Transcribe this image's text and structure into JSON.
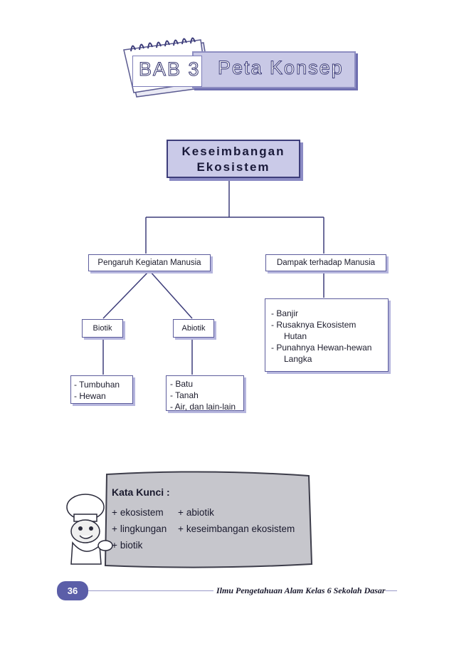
{
  "header": {
    "bab_label": "BAB 3",
    "title": "Peta Konsep"
  },
  "concept_map": {
    "root": {
      "line1": "Keseimbangan",
      "line2": "Ekosistem"
    },
    "left_branch": "Pengaruh Kegiatan Manusia",
    "right_branch": "Dampak terhadap Manusia",
    "biotik": "Biotik",
    "abiotik": "Abiotik",
    "biotik_items": [
      "- Tumbuhan",
      "- Hewan"
    ],
    "abiotik_items": [
      "- Batu",
      "- Tanah",
      "- Air, dan lain-lain"
    ],
    "dampak_items": [
      "- Banjir",
      "- Rusaknya Ekosistem",
      "Hutan",
      "- Punahnya Hewan-hewan",
      "Langka"
    ]
  },
  "kata_kunci": {
    "title": "Kata Kunci :",
    "items": [
      "ekosistem",
      "abiotik",
      "lingkungan",
      "keseimbangan ekosistem",
      "biotik"
    ],
    "bullet": "+"
  },
  "footer": {
    "page_number": "36",
    "book_title": "Ilmu Pengetahuan Alam Kelas 6 Sekolah Dasar"
  },
  "colors": {
    "accent": "#5b5ea8",
    "box_fill": "#cacae8",
    "box_shadow": "#b6b6de"
  },
  "icons": [
    "notebook-icon",
    "chef-mascot-icon"
  ]
}
